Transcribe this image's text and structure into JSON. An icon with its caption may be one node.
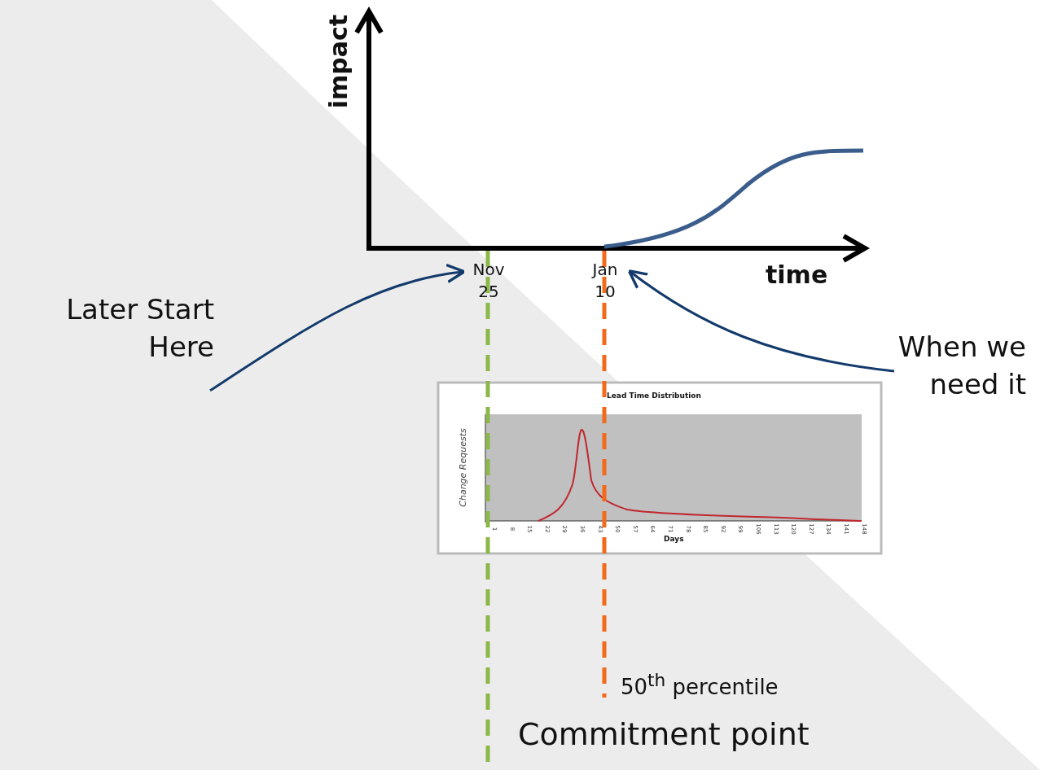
{
  "diagram": {
    "nodes": [
      {
        "text": [
          "Later Start Here"
        ]
      },
      {
        "text": [
          "Nov 25"
        ]
      },
      {
        "text": [
          "Jan 10"
        ]
      },
      {
        "text": [
          "When we need it"
        ]
      }
    ],
    "edges": [
      {
        "from": 0,
        "to": 1,
        "arrow": "to"
      },
      {
        "from": 3,
        "to": 2,
        "arrow": "to"
      }
    ],
    "labels": [
      "impact",
      "time",
      "Lead Time Distribution",
      "Change Requests",
      "1",
      "8",
      "15",
      "22",
      "29",
      "36",
      "43",
      "50",
      "57",
      "64",
      "71",
      "78",
      "85",
      "92",
      "99",
      "106",
      "113",
      "120",
      "127",
      "134",
      "141",
      "148",
      "Days",
      "50$^{th}$ percentile",
      "Commitment point"
    ]
  }
}
